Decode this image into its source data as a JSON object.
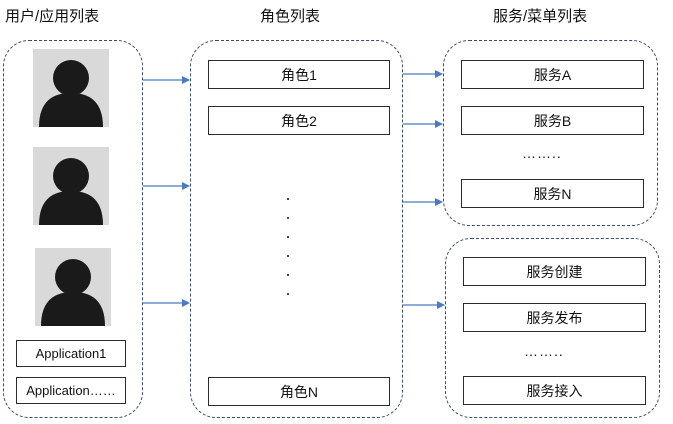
{
  "titles": {
    "users": "用户/应用列表",
    "roles": "角色列表",
    "services": "服务/菜单列表"
  },
  "users": {
    "apps": [
      "Application1",
      "Application……"
    ]
  },
  "roles": {
    "items": [
      "角色1",
      "角色2"
    ],
    "last": "角色N"
  },
  "services_top": {
    "items": [
      "服务A",
      "服务B"
    ],
    "ellipsis": "……..",
    "last": "服务N"
  },
  "services_bottom": {
    "items": [
      "服务创建",
      "服务发布"
    ],
    "ellipsis": "……..",
    "last": "服务接入"
  },
  "colors": {
    "arrow": "#4a7ac0",
    "panel_border": "#3b4b6b",
    "avatar_bg": "#d9d9d9",
    "avatar_fg": "#1a1a1a"
  },
  "icons": {
    "avatar": "user-silhouette-icon"
  }
}
